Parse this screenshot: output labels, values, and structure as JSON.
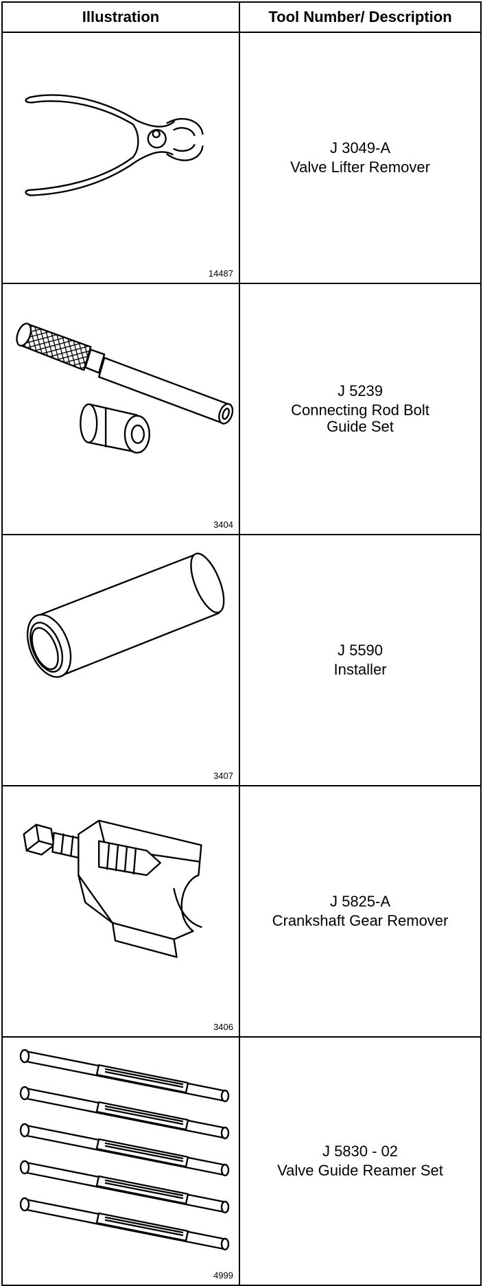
{
  "table": {
    "headers": {
      "illustration": "Illustration",
      "tool": "Tool Number/ Description"
    },
    "rows": [
      {
        "tool_number": "J 3049-A",
        "description": "Valve Lifter Remover",
        "figure_number": "14487",
        "icon": "pliers-illustration"
      },
      {
        "tool_number": "J 5239",
        "description": "Connecting Rod Bolt\nGuide Set",
        "figure_number": "3404",
        "icon": "bolt-guide-set-illustration"
      },
      {
        "tool_number": "J 5590",
        "description": "Installer",
        "figure_number": "3407",
        "icon": "cylinder-installer-illustration"
      },
      {
        "tool_number": "J 5825-A",
        "description": "Crankshaft Gear Remover",
        "figure_number": "3406",
        "icon": "gear-puller-illustration"
      },
      {
        "tool_number": "J 5830 - 02",
        "description": "Valve Guide Reamer Set",
        "figure_number": "4999",
        "icon": "reamer-set-illustration"
      }
    ]
  }
}
